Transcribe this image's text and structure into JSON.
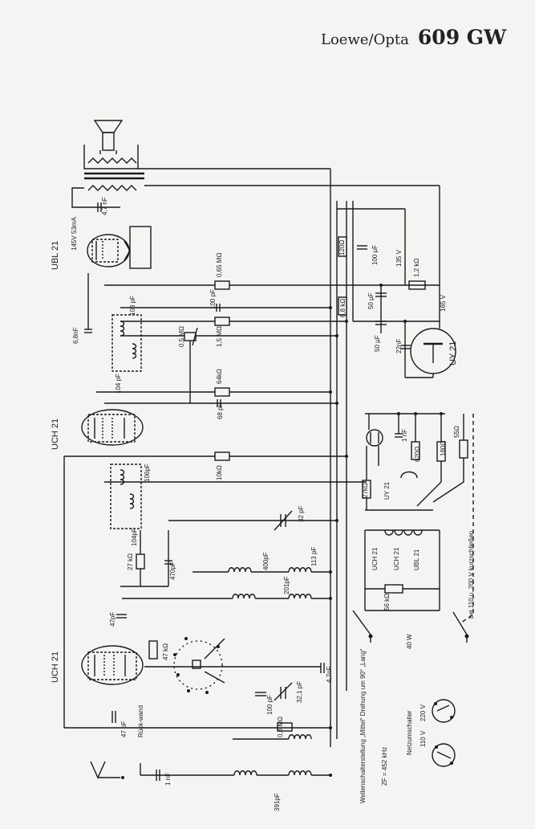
{
  "header": {
    "brand": "Loewe/Opta",
    "model": "609 GW"
  },
  "tubes": {
    "ubl21": {
      "name": "UBL 21",
      "rating": "145V 53mA"
    },
    "uch21_a": {
      "name": "UCH 21"
    },
    "uch21_b": {
      "name": "UCH 21"
    },
    "uy21": {
      "name": "UY 21"
    }
  },
  "components": {
    "r_065": "0,65 MΩ",
    "c_100pf_a": "100 pF",
    "r_15": "1,5 MΩ",
    "pot_05": "0,5 MΩ",
    "r_64k": "64kΩ",
    "r_10k": "10kΩ",
    "c_108": "108 pF",
    "c_104_a": "104 pF",
    "c_68": "68 pF",
    "c_68nf": "6,8nF",
    "c_47nf_top": "4,7 nF",
    "c_106": "106pF",
    "c_104_b": "104pF",
    "c_32": "32 pF",
    "r_27k_a": "27 kΩ",
    "c_470": "470pF",
    "c_400": "400pF",
    "c_113": "113 pF",
    "c_201": "201pF",
    "c_47pf_a": "47pF",
    "r_47k_b": "47 kΩ",
    "c_47nf": "4,7nF",
    "c_100pf_b": "100 pF",
    "c_321": "32,1 pF",
    "r_08": "0,8 MΩ",
    "c_47pf_b": "47 pF",
    "c_1nf": "1 nF",
    "c_391": "391pF",
    "r_120": "120Ω",
    "c_100uf": "100 µF",
    "r_12k": "1,2 kΩ",
    "v135": "135 V",
    "r_68k": "6,8 kΩ",
    "c_50uf_a": "50 µF",
    "c_50uf_b": "50 µF",
    "c_22nf": "22nF",
    "v165": "165 V",
    "r_620": "620Ω",
    "c_1nf_b": "1 nF",
    "r_180": "180Ω",
    "r_55": "55Ω",
    "r_27k_b": "27kΩ",
    "r_56k": "56 kΩ",
    "w40": "40 W"
  },
  "labels": {
    "rueckwand": "Rück-wand",
    "switch": "Wellenschalterstellung „Mittel“ Drehung um 90° „Lang“",
    "zf": "ZF = 452 kHz",
    "short": "bei 110 u. 200 V kurzschließen",
    "netz_title": "Netzumschalter",
    "n110": "110 V",
    "n220": "220 V",
    "heater_uch_a": "UCH 21",
    "heater_uch_b": "UCH 21",
    "heater_ubl": "UBL 21"
  }
}
